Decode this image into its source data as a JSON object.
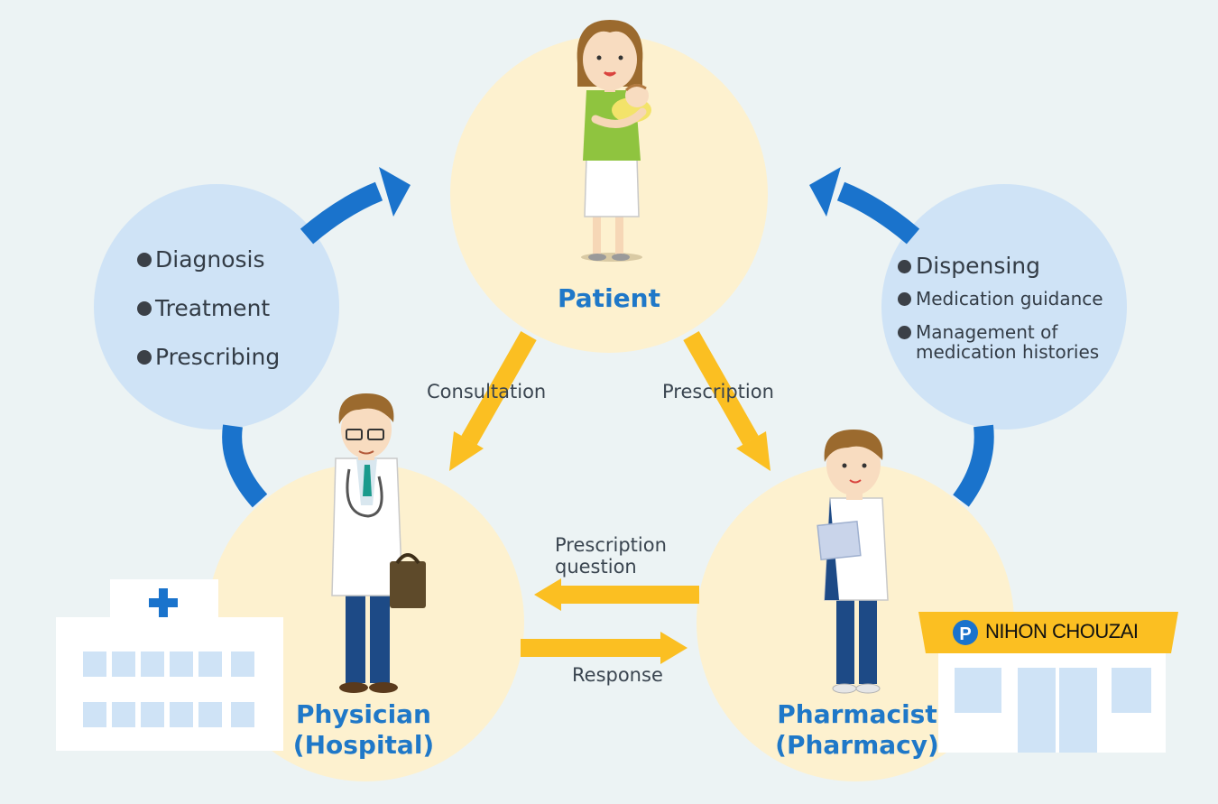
{
  "nodes": {
    "patient": {
      "label": "Patient"
    },
    "physician": {
      "label": "Physician",
      "sublabel": "(Hospital)"
    },
    "pharmacist": {
      "label": "Pharmacist",
      "sublabel": "(Pharmacy)"
    }
  },
  "roles": {
    "physician": [
      "Diagnosis",
      "Treatment",
      "Prescribing"
    ],
    "pharmacist": [
      "Dispensing",
      "Medication guidance",
      "Management of",
      "medication histories"
    ]
  },
  "flows": {
    "consultation": "Consultation",
    "prescription": "Prescription",
    "prescription_question_line1": "Prescription",
    "prescription_question_line2": "question",
    "response": "Response"
  },
  "pharmacy_sign": {
    "logo_letter": "P",
    "name": "NIHON CHOUZAI"
  },
  "colors": {
    "background": "#ecf3f4",
    "node_circle": "#fdf1cf",
    "role_circle": "#cfe3f6",
    "cycle_arrow": "#1a73cc",
    "flow_arrow": "#fbbf22",
    "label_blue": "#1f78c8"
  }
}
